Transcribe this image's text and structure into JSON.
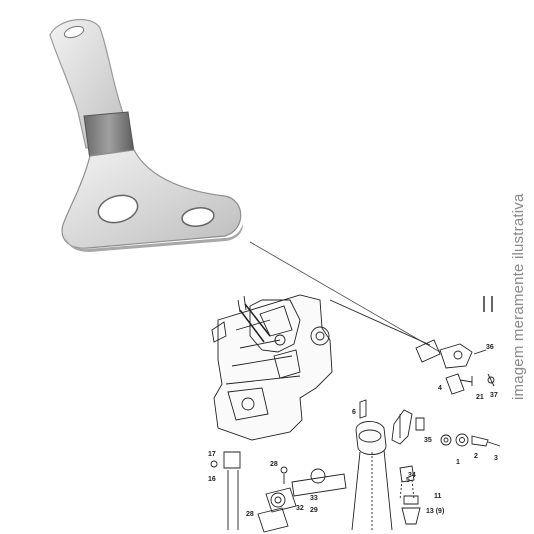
{
  "watermark": "imagem meramente ilustrativa",
  "parts_diagram": {
    "labels": {
      "l36": "36",
      "l37": "37",
      "l21": "21",
      "l4": "4",
      "l6": "6",
      "l35": "35",
      "l34": "34",
      "l1": "1",
      "l2": "2",
      "l3": "3",
      "l17": "17",
      "l16": "16",
      "l28": "28",
      "l33": "33",
      "l32": "32",
      "l29": "29",
      "l26": "28",
      "l5": "5",
      "l11": "11",
      "l13": "13 (9)"
    }
  }
}
